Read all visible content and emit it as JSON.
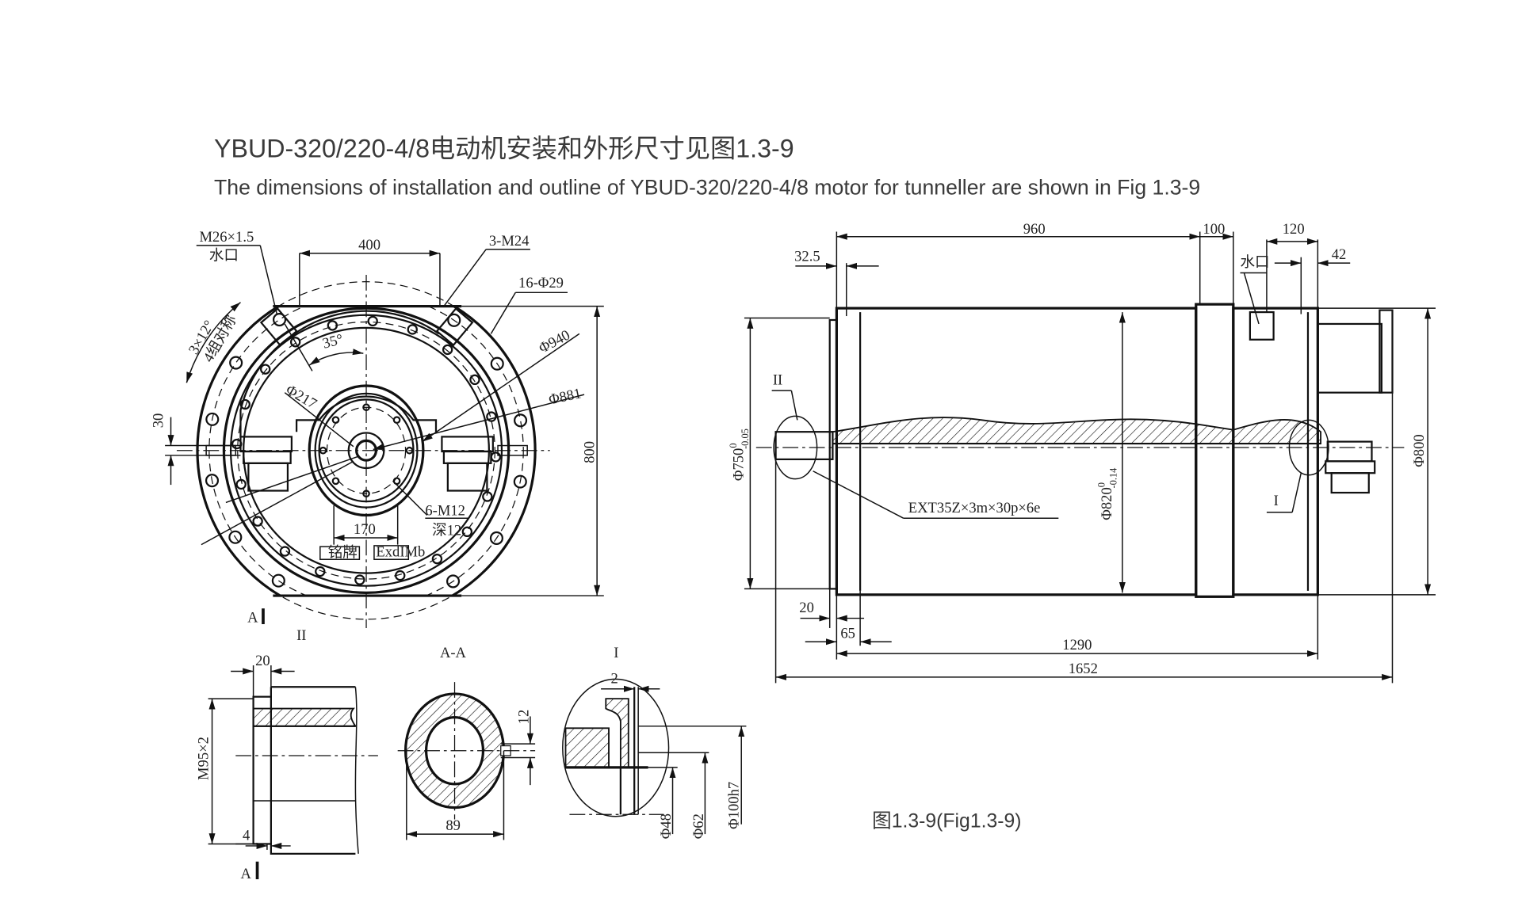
{
  "header": {
    "title_cn": "YBUD-320/220-4/8电动机安装和外形尺寸见图1.3-9",
    "title_en": "The dimensions of installation and outline of YBUD-320/220-4/8 motor for tunneller are shown in Fig 1.3-9"
  },
  "front_view": {
    "thread_label": "M26×1.5",
    "water_port": "水口",
    "dim_400": "400",
    "tapped_holes": "3-M24",
    "bolt_holes": "16-Φ29",
    "angle_spacing": "3×12°",
    "symmetric_groups": "4组对称",
    "angle_35": "35°",
    "dia_940": "Φ940",
    "dia_881": "Φ881",
    "dia_217": "Φ217",
    "dim_30": "30",
    "dim_800": "800",
    "inner_holes": "6-M12",
    "depth": "深12",
    "dim_170": "170",
    "nameplate": "铭牌",
    "ex_mark": "ExdIMb",
    "section_mark": "A"
  },
  "side_view": {
    "dim_960": "960",
    "dim_100": "100",
    "dim_120": "120",
    "dim_32_5": "32.5",
    "water_port": "水口",
    "dim_42": "42",
    "detail_II": "II",
    "detail_I": "I",
    "dia_750": "Φ750",
    "dia_750_tol_upper": "0",
    "dia_750_tol_lower": "-0.05",
    "dia_820": "Φ820",
    "dia_820_tol_upper": "0",
    "dia_820_tol_lower": "-0.14",
    "dia_800": "Φ800",
    "spline": "EXT35Z×3m×30p×6e",
    "dim_20": "20",
    "dim_65": "65",
    "dim_1290": "1290",
    "dim_1652": "1652"
  },
  "details": {
    "II": {
      "label": "II",
      "dim_20": "20",
      "thread": "M95×2",
      "dim_4": "4",
      "section_mark": "A"
    },
    "AA": {
      "label": "A-A",
      "dim_12": "12",
      "dim_89": "89"
    },
    "I": {
      "label": "I",
      "dim_2": "2",
      "dia_48": "Φ48",
      "dia_62": "Φ62",
      "dia_100": "Φ100h7"
    }
  },
  "figure_caption": "图1.3-9(Fig1.3-9)"
}
